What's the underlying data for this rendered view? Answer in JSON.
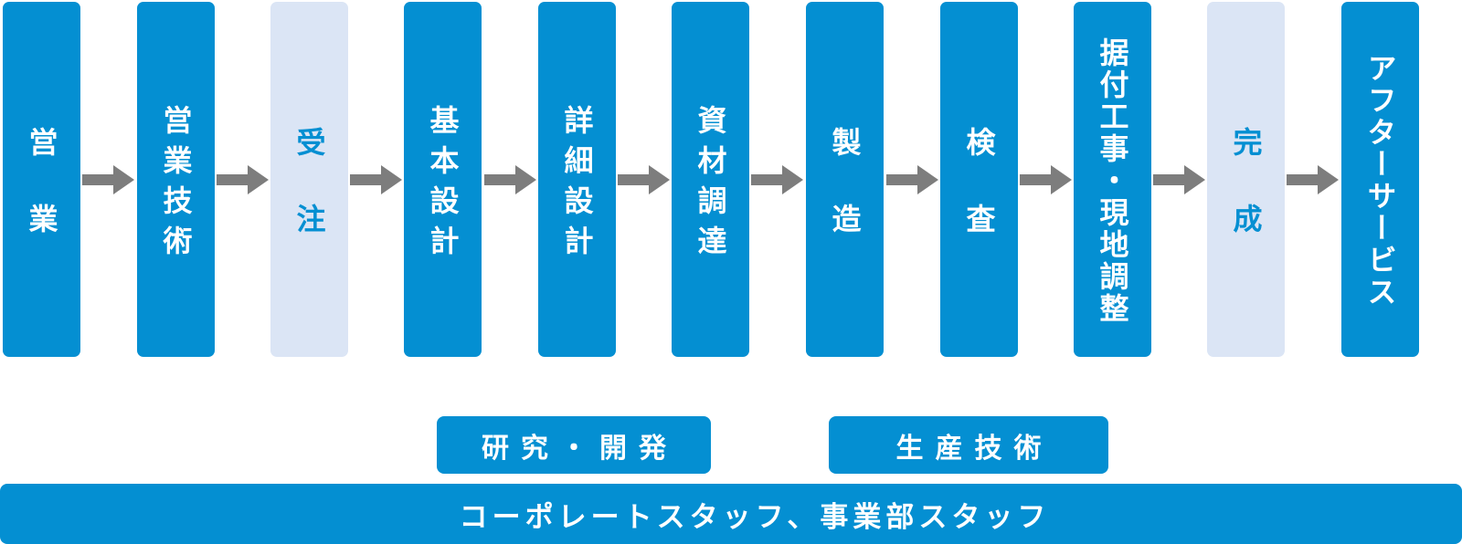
{
  "colors": {
    "step_blue": "#048fd2",
    "step_highlight": "#dbe5f5",
    "arrow_gray": "#7d7d7d",
    "text_on_blue": "#ffffff",
    "text_on_highlight": "#048fd2"
  },
  "flow": {
    "steps": [
      {
        "label": "営業",
        "variant": "blue"
      },
      {
        "label": "営業技術",
        "variant": "blue"
      },
      {
        "label": "受注",
        "variant": "light"
      },
      {
        "label": "基本設計",
        "variant": "blue"
      },
      {
        "label": "詳細設計",
        "variant": "blue"
      },
      {
        "label": "資材調達",
        "variant": "blue"
      },
      {
        "label": "製造",
        "variant": "blue"
      },
      {
        "label": "検査",
        "variant": "blue"
      },
      {
        "label": "据付工事・現地調整",
        "variant": "blue"
      },
      {
        "label": "完成",
        "variant": "light"
      },
      {
        "label": "アフターサービス",
        "variant": "blue"
      }
    ]
  },
  "support": {
    "rd_label": "研究・開発",
    "production_label": "生産技術",
    "staff_label": "コーポレートスタッフ、事業部スタッフ"
  }
}
